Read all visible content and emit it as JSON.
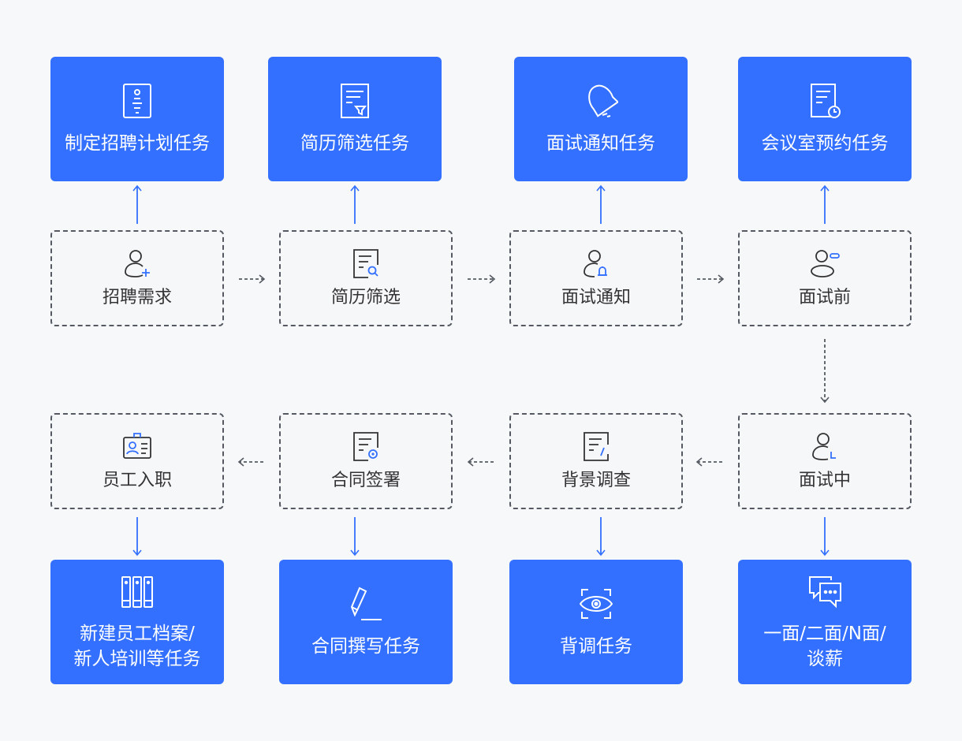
{
  "colors": {
    "accent": "#3370ff",
    "stage_border": "#555a62",
    "background": "#f7f8fa"
  },
  "tasks": [
    {
      "id": "plan",
      "lines": [
        "制定招聘计划任务"
      ],
      "icon": "recruitment-plan-icon"
    },
    {
      "id": "screen",
      "lines": [
        "简历筛选任务"
      ],
      "icon": "resume-filter-icon"
    },
    {
      "id": "notify",
      "lines": [
        "面试通知任务"
      ],
      "icon": "bell-icon"
    },
    {
      "id": "room",
      "lines": [
        "会议室预约任务"
      ],
      "icon": "schedule-doc-icon"
    },
    {
      "id": "archive",
      "lines": [
        "新建员工档案/",
        "新人培训等任务"
      ],
      "icon": "archive-folders-icon"
    },
    {
      "id": "contract",
      "lines": [
        "合同撰写任务"
      ],
      "icon": "pen-icon"
    },
    {
      "id": "bgtask",
      "lines": [
        "背调任务"
      ],
      "icon": "eye-scan-icon"
    },
    {
      "id": "rounds",
      "lines": [
        "一面/二面/N面/",
        "谈薪"
      ],
      "icon": "chat-bubbles-icon"
    }
  ],
  "stages": [
    {
      "id": "demand",
      "label": "招聘需求",
      "icon": "user-add-icon"
    },
    {
      "id": "resume",
      "label": "简历筛选",
      "icon": "document-search-icon"
    },
    {
      "id": "notice",
      "label": "面试通知",
      "icon": "user-bell-icon"
    },
    {
      "id": "before",
      "label": "面试前",
      "icon": "user-tag-icon"
    },
    {
      "id": "during",
      "label": "面试中",
      "icon": "user-clock-icon"
    },
    {
      "id": "background",
      "label": "背景调查",
      "icon": "document-edit-icon"
    },
    {
      "id": "signing",
      "label": "合同签署",
      "icon": "contract-seal-icon"
    },
    {
      "id": "onboard",
      "label": "员工入职",
      "icon": "id-badge-icon"
    }
  ]
}
